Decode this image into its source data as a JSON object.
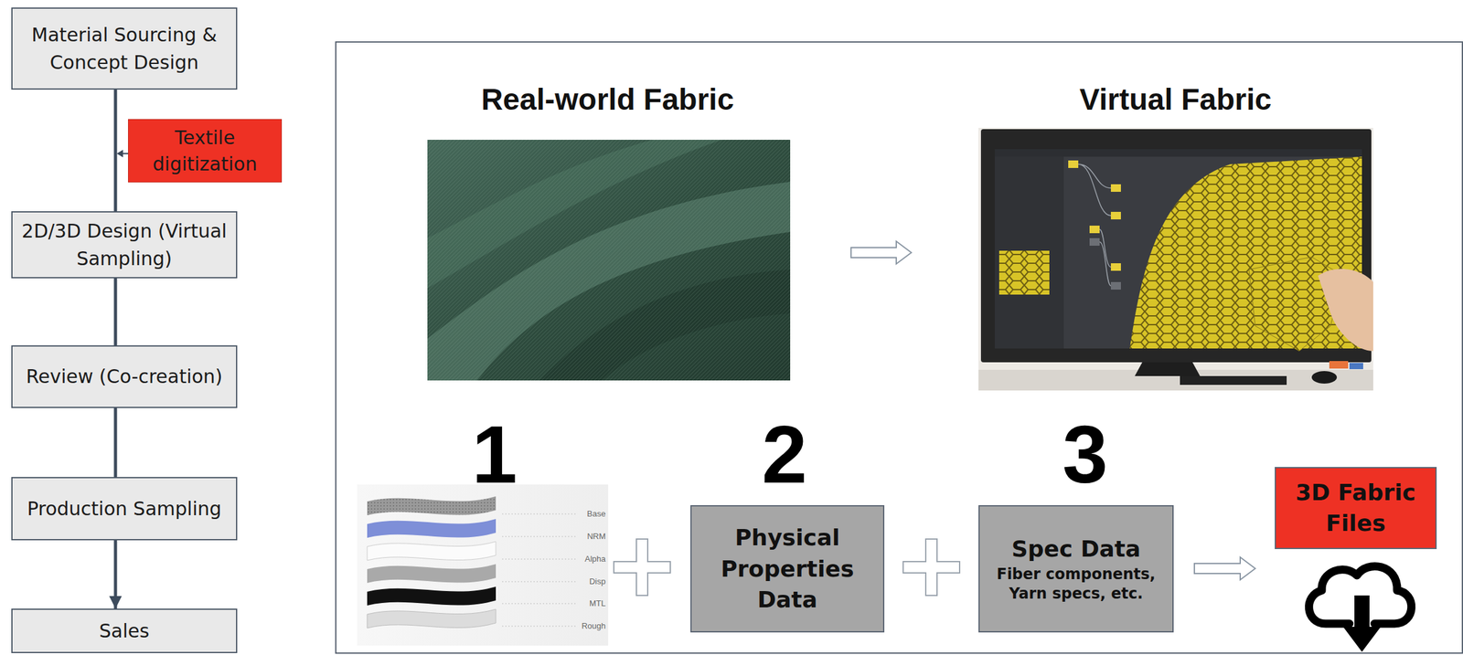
{
  "diagram": {
    "nodes": [
      {
        "text": [
          "Material Sourcing & Concept Design"
        ]
      },
      {
        "text": [
          "Textile digitization"
        ]
      },
      {
        "text": [
          "2D/3D Design (Virtual Sampling)"
        ]
      },
      {
        "text": [
          "Review (Co-creation)"
        ]
      },
      {
        "text": [
          "Production Sampling"
        ]
      },
      {
        "text": [
          "Sales"
        ]
      },
      {
        "text": [
          "Physical Properties Data"
        ]
      },
      {
        "text": [
          "Spec Data",
          "Fiber components, Yarn specs, etc."
        ]
      },
      {
        "text": [
          "3D Fabric Files"
        ]
      }
    ],
    "edges": [
      {
        "from": 0,
        "to": 2,
        "arrow": "none"
      },
      {
        "from": 2,
        "to": 3,
        "arrow": "none"
      },
      {
        "from": 3,
        "to": 4,
        "arrow": "none"
      },
      {
        "from": 4,
        "to": 5,
        "arrow": "to"
      }
    ],
    "labels": [
      "Real-world Fabric",
      "Virtual Fabric",
      "1",
      "2",
      "3",
      "Base",
      "NRM",
      "Alpha",
      "Disp",
      "MTL",
      "Rough"
    ]
  }
}
